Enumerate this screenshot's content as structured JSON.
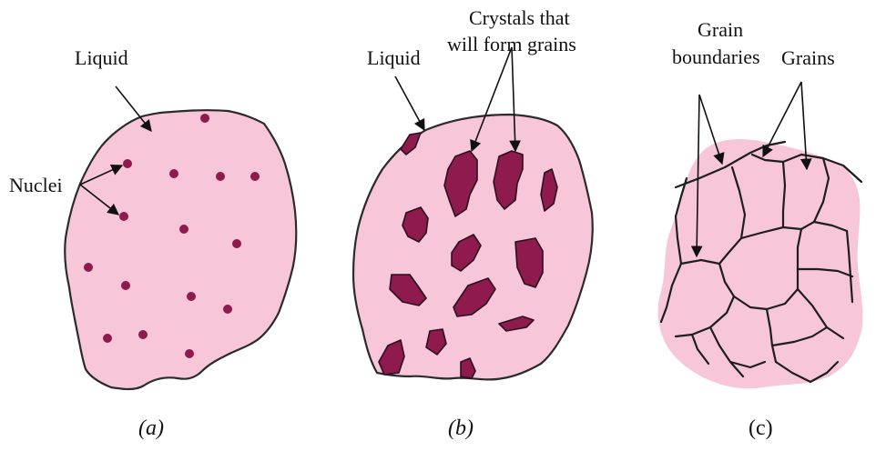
{
  "panels": {
    "a": {
      "caption": "(a)",
      "label_liquid": "Liquid",
      "label_nuclei": "Nuclei"
    },
    "b": {
      "caption": "(b)",
      "label_liquid": "Liquid",
      "label_crystals_line1": "Crystals that",
      "label_crystals_line2": "will form grains"
    },
    "c": {
      "caption": "(c)",
      "label_grain_boundaries_line1": "Grain",
      "label_grain_boundaries_line2": "boundaries",
      "label_grains": "Grains"
    }
  },
  "colors": {
    "liquid_fill": "#f7c6d8",
    "solid_fill": "#8e1a4e",
    "outline": "#2b2b2b"
  }
}
